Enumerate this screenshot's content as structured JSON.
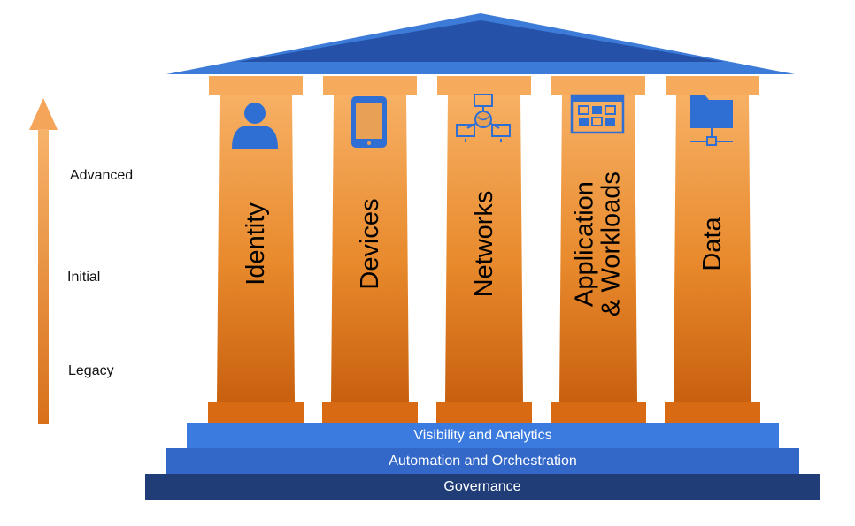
{
  "maturity_axis": {
    "levels": [
      "Advanced",
      "Initial",
      "Legacy"
    ],
    "arrow_color": "#e8881f"
  },
  "pillars": [
    {
      "label": "Identity",
      "icon": "user-icon"
    },
    {
      "label": "Devices",
      "icon": "tablet-icon"
    },
    {
      "label": "Networks",
      "icon": "network-icon"
    },
    {
      "label": "Application\n& Workloads",
      "icon": "application-window-icon"
    },
    {
      "label": "Data",
      "icon": "folder-icon"
    }
  ],
  "foundation": [
    {
      "label": "Visibility and Analytics",
      "color": "#3b7be0"
    },
    {
      "label": "Automation and Orchestration",
      "color": "#3368c8"
    },
    {
      "label": "Governance",
      "color": "#203d78"
    }
  ],
  "colors": {
    "roof": "#3d7bd9",
    "roof_dark": "#2552a8",
    "pillar_light": "#f6ac60",
    "pillar_dark": "#cc6412",
    "capital": "#f5aa5c",
    "base": "#d86a14",
    "icon": "#2f6fd4"
  }
}
